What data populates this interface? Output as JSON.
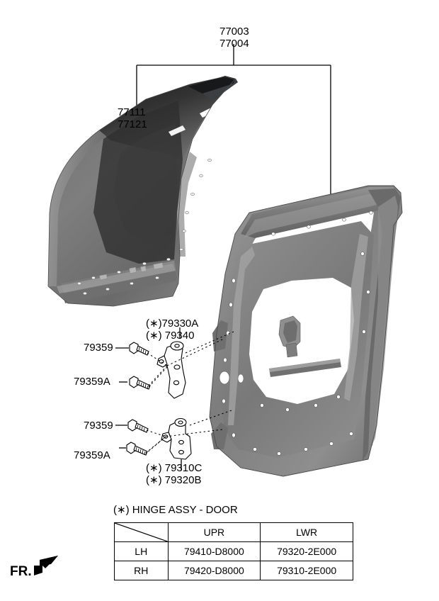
{
  "diagram": {
    "title_callouts": {
      "door_assy": "77003\n77004",
      "door_panel_outer": "77111\n77121"
    },
    "callouts": [
      {
        "id": "door-assy",
        "text": "77003\n77004"
      },
      {
        "id": "panel-outer",
        "text": "77111\n77121"
      },
      {
        "id": "hinge-upper",
        "text": "(∗)79330A\n(∗) 79340"
      },
      {
        "id": "bolt-upper-1",
        "text": "79359"
      },
      {
        "id": "bolt-upper-2",
        "text": "79359A"
      },
      {
        "id": "bolt-lower-1",
        "text": "79359"
      },
      {
        "id": "bolt-lower-2",
        "text": "79359A"
      },
      {
        "id": "hinge-lower",
        "text": "(∗) 79310C\n(∗) 79320B"
      }
    ]
  },
  "table": {
    "title": "(∗) HINGE ASSY - DOOR",
    "columns": [
      "",
      "UPR",
      "LWR"
    ],
    "rows": [
      {
        "side": "LH",
        "upr": "79410-D8000",
        "lwr": "79320-2E000"
      },
      {
        "side": "RH",
        "upr": "79420-D8000",
        "lwr": "79310-2E000"
      }
    ]
  },
  "orientation": {
    "label": "FR."
  },
  "colors": {
    "ink": "#000000",
    "panel_dark": "#2a2a2a",
    "panel_mid": "#7a7a7a",
    "panel_light": "#9a9a9a",
    "frame_grey": "#8a8a8a",
    "frame_dark": "#565656",
    "background": "#ffffff"
  }
}
